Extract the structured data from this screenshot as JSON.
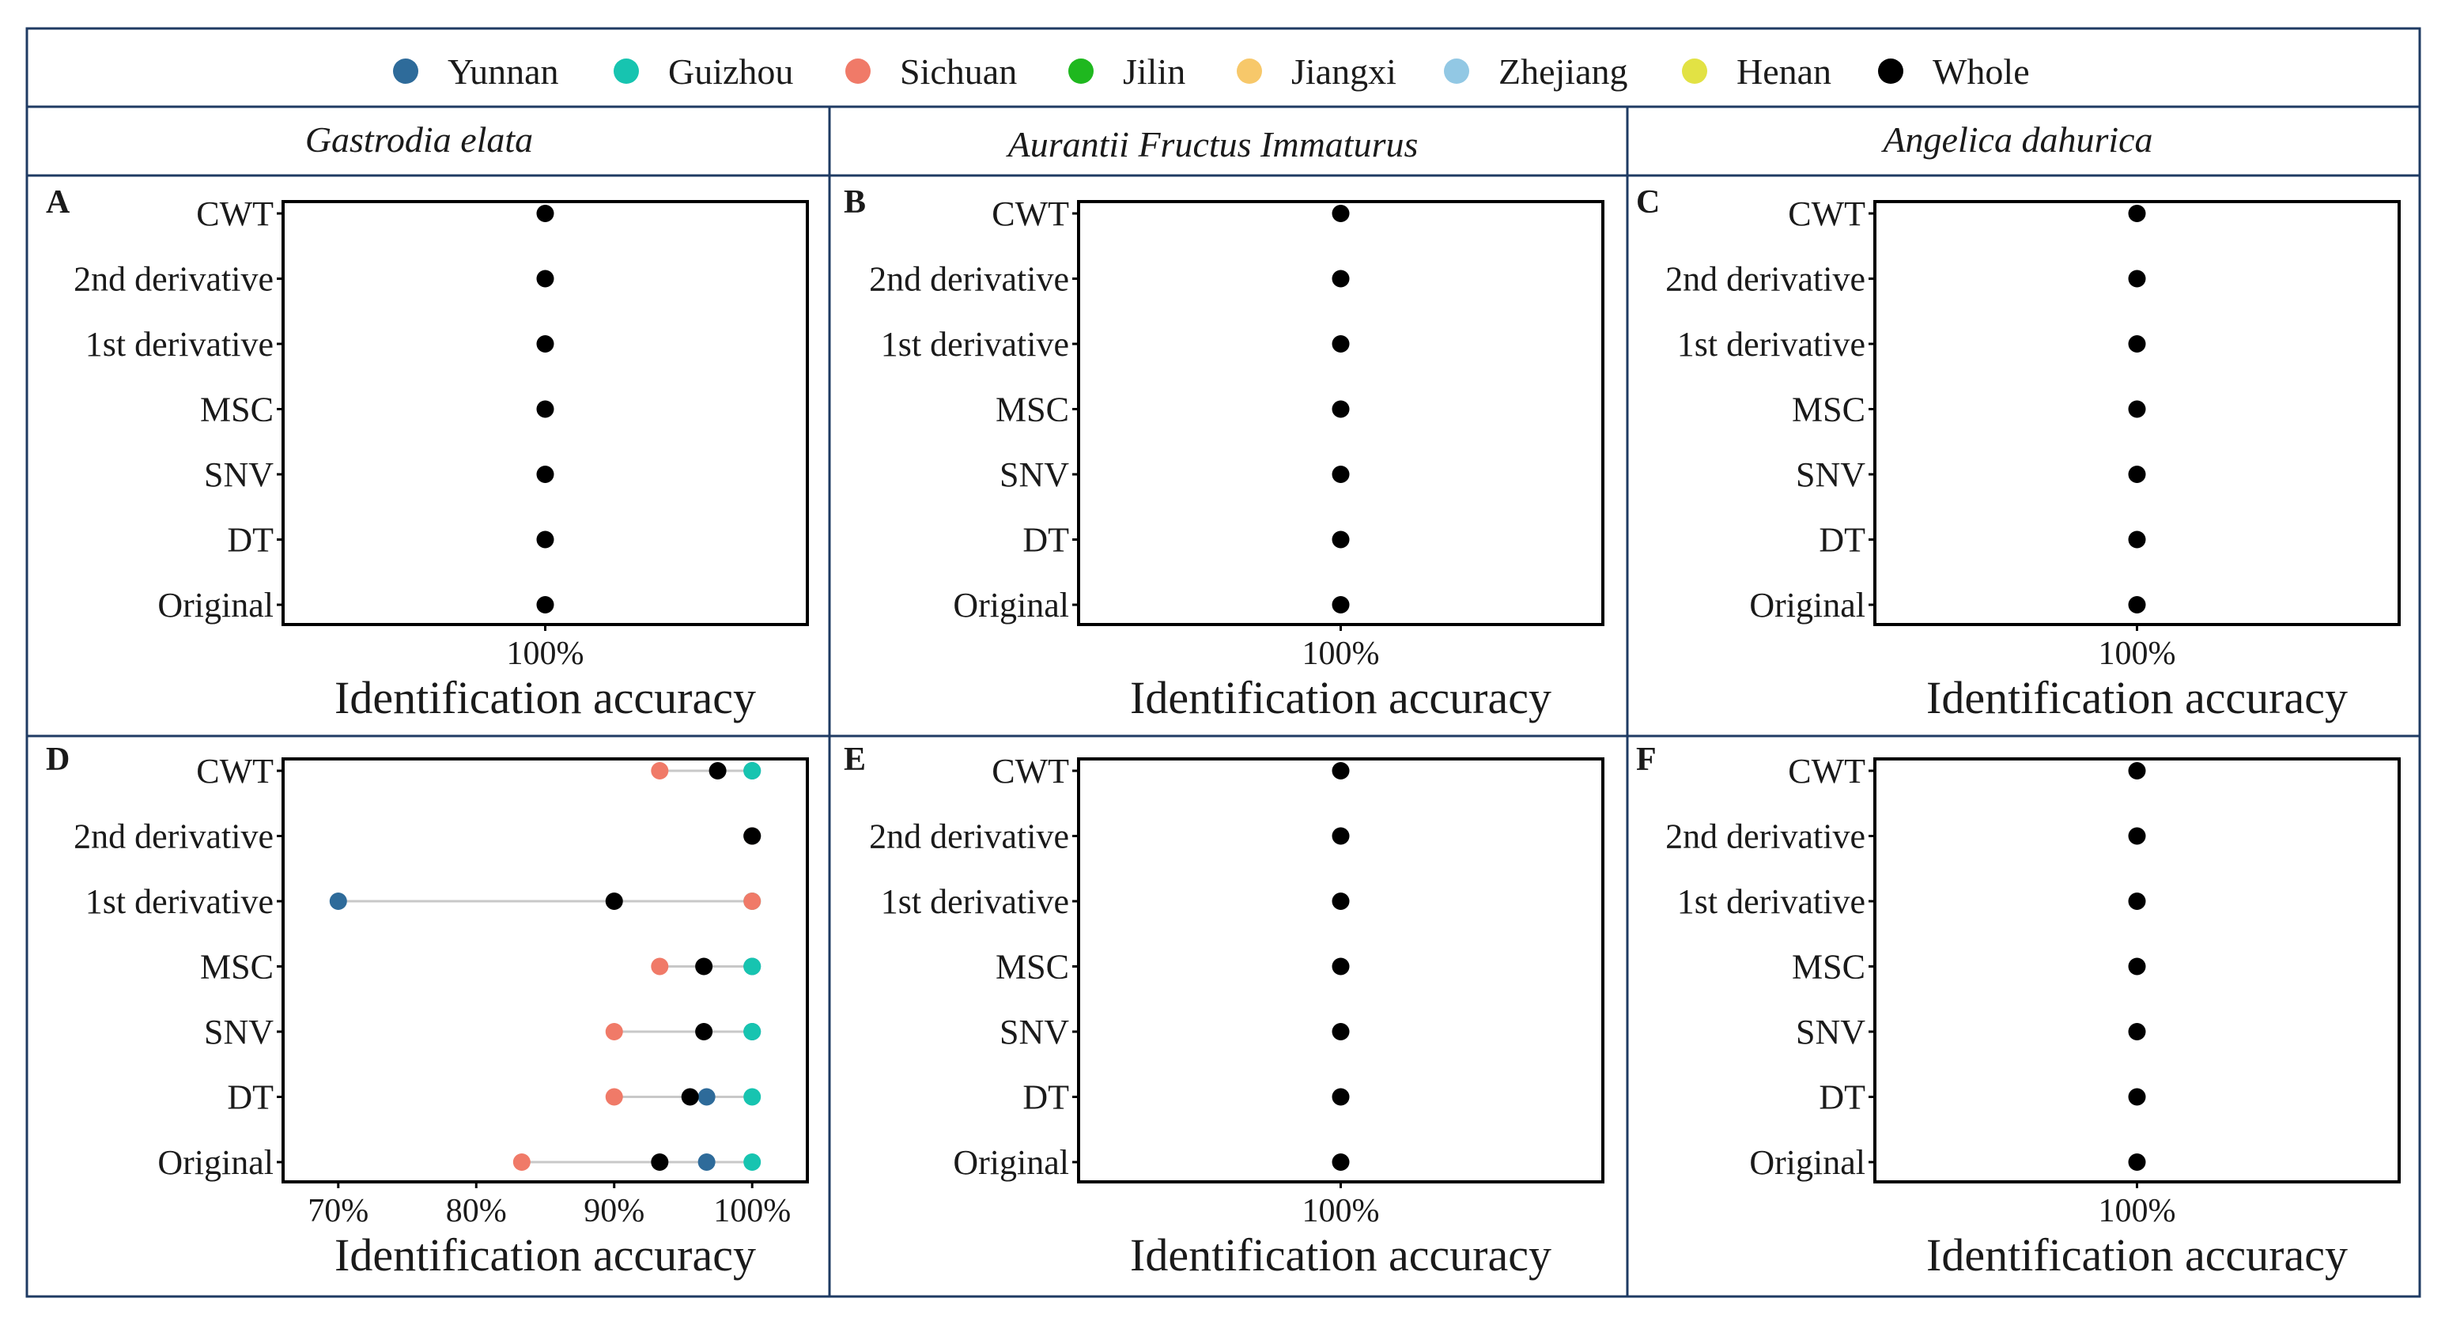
{
  "legend": [
    {
      "label": "Yunnan",
      "color": "#2e6b9a"
    },
    {
      "label": "Guizhou",
      "color": "#17c4b0"
    },
    {
      "label": "Sichuan",
      "color": "#f07a68"
    },
    {
      "label": "Jilin",
      "color": "#1fb81f"
    },
    {
      "label": "Jiangxi",
      "color": "#f7c86a"
    },
    {
      "label": "Zhejiang",
      "color": "#92c8e4"
    },
    {
      "label": "Henan",
      "color": "#e2e244"
    },
    {
      "label": "Whole",
      "color": "#000000"
    }
  ],
  "column_titles": [
    "Gastrodia elata",
    "Aurantii Fructus Immaturus",
    "Angelica dahurica"
  ],
  "chart_data": [
    {
      "panel": "A",
      "type": "scatter",
      "categories": [
        "CWT",
        "2nd derivative",
        "1st derivative",
        "MSC",
        "SNV",
        "DT",
        "Original"
      ],
      "xlabel": "Identification accuracy",
      "xticks": [
        "100%"
      ],
      "xlim": [
        99,
        101
      ],
      "series": [
        {
          "name": "Whole",
          "values": [
            100,
            100,
            100,
            100,
            100,
            100,
            100
          ]
        }
      ]
    },
    {
      "panel": "B",
      "type": "scatter",
      "categories": [
        "CWT",
        "2nd derivative",
        "1st derivative",
        "MSC",
        "SNV",
        "DT",
        "Original"
      ],
      "xlabel": "Identification accuracy",
      "xticks": [
        "100%"
      ],
      "xlim": [
        99,
        101
      ],
      "series": [
        {
          "name": "Whole",
          "values": [
            100,
            100,
            100,
            100,
            100,
            100,
            100
          ]
        }
      ]
    },
    {
      "panel": "C",
      "type": "scatter",
      "categories": [
        "CWT",
        "2nd derivative",
        "1st derivative",
        "MSC",
        "SNV",
        "DT",
        "Original"
      ],
      "xlabel": "Identification accuracy",
      "xticks": [
        "100%"
      ],
      "xlim": [
        99,
        101
      ],
      "series": [
        {
          "name": "Whole",
          "values": [
            100,
            100,
            100,
            100,
            100,
            100,
            100
          ]
        }
      ]
    },
    {
      "panel": "D",
      "type": "scatter",
      "categories": [
        "CWT",
        "2nd derivative",
        "1st derivative",
        "MSC",
        "SNV",
        "DT",
        "Original"
      ],
      "xlabel": "Identification accuracy",
      "xticks": [
        "70%",
        "80%",
        "90%",
        "100%"
      ],
      "xlim": [
        66,
        104
      ],
      "series": [
        {
          "name": "Yunnan",
          "values": [
            100,
            100,
            70,
            100,
            100,
            96.7,
            96.7
          ]
        },
        {
          "name": "Guizhou",
          "values": [
            100,
            100,
            100,
            100,
            100,
            100,
            100
          ]
        },
        {
          "name": "Sichuan",
          "values": [
            93.3,
            100,
            100,
            93.3,
            90,
            90,
            83.3
          ]
        },
        {
          "name": "Whole",
          "values": [
            97.5,
            100,
            90,
            96.5,
            96.5,
            95.5,
            93.3
          ]
        }
      ]
    },
    {
      "panel": "E",
      "type": "scatter",
      "categories": [
        "CWT",
        "2nd derivative",
        "1st derivative",
        "MSC",
        "SNV",
        "DT",
        "Original"
      ],
      "xlabel": "Identification accuracy",
      "xticks": [
        "100%"
      ],
      "xlim": [
        99,
        101
      ],
      "series": [
        {
          "name": "Whole",
          "values": [
            100,
            100,
            100,
            100,
            100,
            100,
            100
          ]
        }
      ]
    },
    {
      "panel": "F",
      "type": "scatter",
      "categories": [
        "CWT",
        "2nd derivative",
        "1st derivative",
        "MSC",
        "SNV",
        "DT",
        "Original"
      ],
      "xlabel": "Identification accuracy",
      "xticks": [
        "100%"
      ],
      "xlim": [
        99,
        101
      ],
      "series": [
        {
          "name": "Whole",
          "values": [
            100,
            100,
            100,
            100,
            100,
            100,
            100
          ]
        }
      ]
    }
  ]
}
